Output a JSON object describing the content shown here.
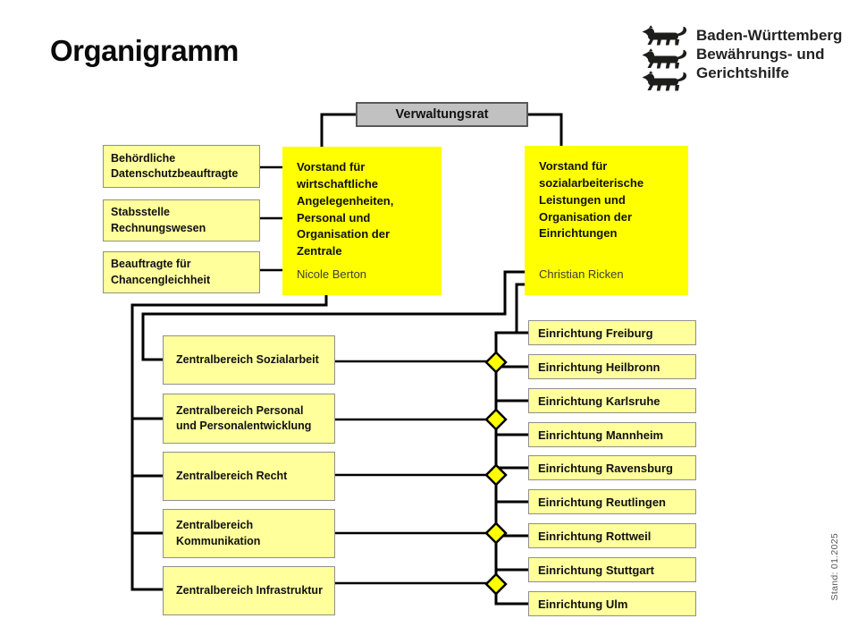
{
  "page": {
    "title": "Organigramm",
    "stand_note": "Stand: 01.2025"
  },
  "logo": {
    "emblem": "baden-wuerttemberg-three-lions",
    "lines": [
      "Baden-Württemberg",
      "Bewährungs- und",
      "Gerichtshilfe"
    ]
  },
  "org": {
    "root": "Verwaltungsrat",
    "staff_units": [
      "Behördliche Datenschutzbeauftragte",
      "Stabsstelle Rechnungswesen",
      "Beauftragte für Chancengleichheit"
    ],
    "board": [
      {
        "title": "Vorstand für wirtschaftliche Angelegenheiten, Personal und Organisation der Zentrale",
        "name": "Nicole Berton"
      },
      {
        "title": "Vorstand für sozialarbeiterische Leistungen und Organisation der Einrichtungen",
        "name": "Christian Ricken"
      }
    ],
    "central_units": [
      "Zentralbereich Sozialarbeit",
      "Zentralbereich Personal und Personalentwicklung",
      "Zentralbereich Recht",
      "Zentralbereich Kommunikation",
      "Zentralbereich Infrastruktur"
    ],
    "facilities": [
      "Einrichtung Freiburg",
      "Einrichtung Heilbronn",
      "Einrichtung Karlsruhe",
      "Einrichtung Mannheim",
      "Einrichtung Ravensburg",
      "Einrichtung Reutlingen",
      "Einrichtung Rottweil",
      "Einrichtung Stuttgart",
      "Einrichtung Ulm"
    ],
    "colors": {
      "board_fill": "#FFFF00",
      "unit_fill": "#FFFF9C",
      "root_fill": "#C1C1C1",
      "connector": "#000000"
    }
  }
}
